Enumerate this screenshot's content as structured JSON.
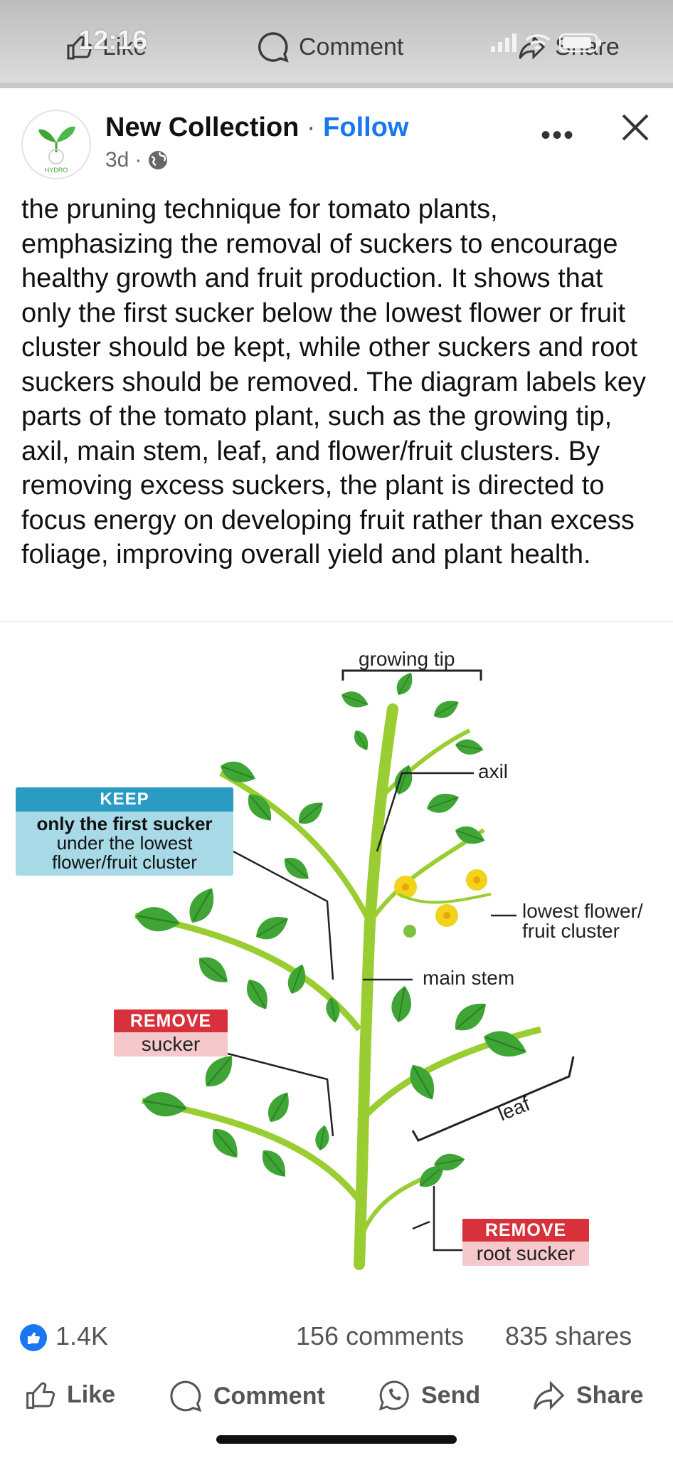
{
  "top_bar": {
    "status_time": "12:16",
    "like_label": "Like",
    "comment_label": "Comment",
    "share_label": "Share"
  },
  "post": {
    "page_name": "New Collection",
    "separator": " · ",
    "follow_label": "Follow",
    "time_ago": "3d",
    "meta_dot": "·",
    "avatar_text": "HYDRO",
    "body": "the pruning technique for tomato plants, emphasizing the removal of suckers to encourage healthy growth and fruit production. It shows that only the first sucker below the lowest flower or fruit cluster should be kept, while other suckers and root suckers should be removed. The diagram labels key parts of the tomato plant, such as the growing tip, axil, main stem, leaf, and flower/fruit clusters. By removing excess suckers, the plant is directed to focus energy on developing fruit rather than excess foliage, improving overall yield and plant health."
  },
  "diagram": {
    "growing_tip": "growing tip",
    "axil": "axil",
    "keep_head": "KEEP",
    "keep_line1": "only the first sucker",
    "keep_line2": "under the lowest",
    "keep_line3": "flower/fruit cluster",
    "lowest_cluster_line1": "lowest flower/",
    "lowest_cluster_line2": "fruit cluster",
    "main_stem": "main stem",
    "remove_head": "REMOVE",
    "sucker": "sucker",
    "leaf": "leaf",
    "root_sucker": "root sucker"
  },
  "reactions": {
    "like_count": "1.4K",
    "comments": "156 comments",
    "shares": "835 shares"
  },
  "actions": {
    "like": "Like",
    "comment": "Comment",
    "send": "Send",
    "share": "Share"
  },
  "colors": {
    "follow": "#1877f2",
    "keep": "#2a9cc4",
    "remove": "#d9313b",
    "leaf": "#3fa535",
    "stem": "#9acd32"
  }
}
